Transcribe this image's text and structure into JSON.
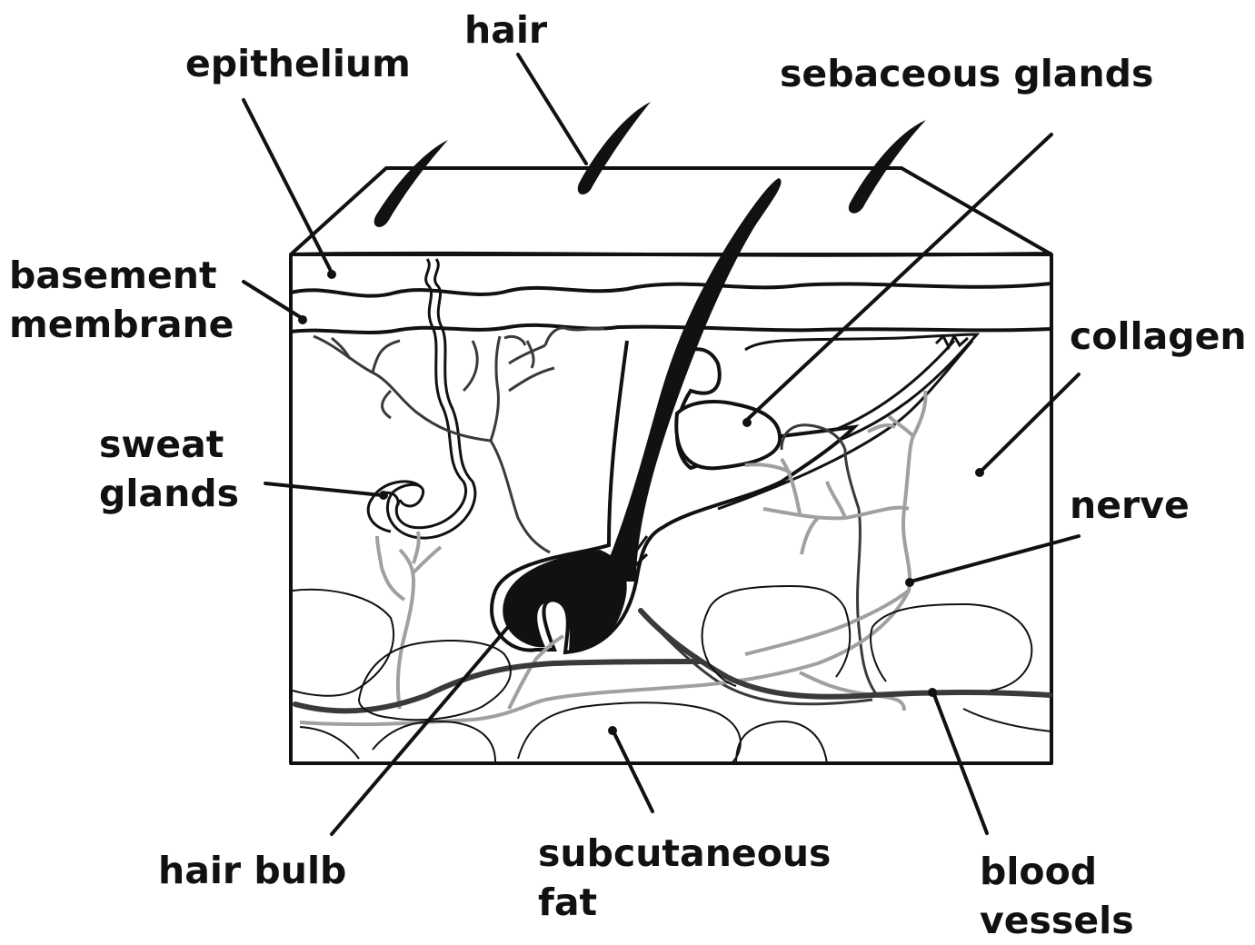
{
  "labels": {
    "hair": "hair",
    "epithelium": "epithelium",
    "sebaceous_glands": "sebaceous glands",
    "basement_membrane": [
      "basement",
      "membrane"
    ],
    "collagen": "collagen",
    "sweat_glands": [
      "sweat",
      "glands"
    ],
    "nerve": "nerve",
    "hair_bulb": "hair bulb",
    "subcutaneous_fat": [
      "subcutaneous",
      "fat"
    ],
    "blood_vessels": [
      "blood",
      "vessels"
    ]
  },
  "colors": {
    "ink": "#111111",
    "blood_vessel": "#3a3a3a",
    "nerve": "#a0a0a0",
    "background": "#ffffff"
  }
}
